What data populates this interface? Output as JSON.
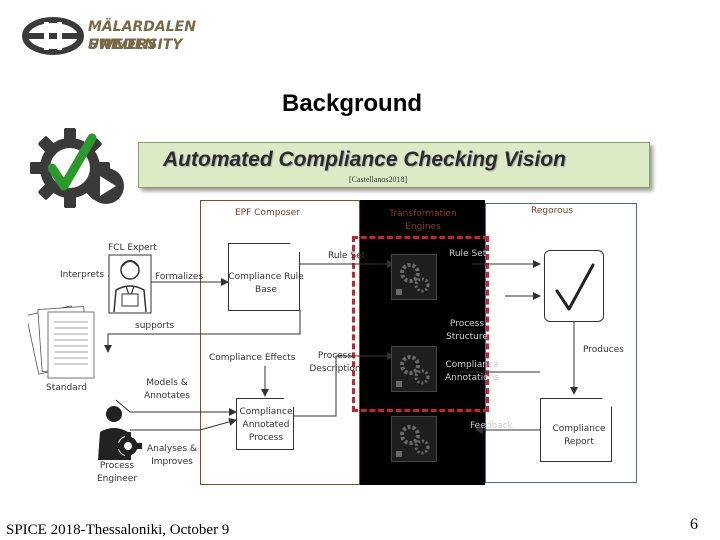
{
  "header": {
    "university_line1": "MÄLARDALEN UNIVERSITY",
    "university_line2": "SWEDEN"
  },
  "slide": {
    "title": "Background",
    "vision_title": "Automated Compliance Checking Vision",
    "citation": "[Castellanos2018]",
    "footer": "SPICE 2018-Thessaloniki, October 9",
    "page_number": "6"
  },
  "diagram": {
    "epf_composer": "EPF Composer",
    "transformation_engines": "Transformation Engines",
    "regorous": "Regorous",
    "fcl_expert": "FCL Expert",
    "interprets": "Interprets",
    "formalizes": "Formalizes",
    "compliance_rule_base": "Compliance Rule Base",
    "rule_set_left": "Rule Set",
    "rule_set_right": "Rule Set",
    "supports": "supports",
    "process_structure": "Process Structure",
    "compliance_effects": "Compliance Effects",
    "process_description": "Process Description",
    "compliance_annotations": "Compliance Annotations",
    "produces": "Produces",
    "standard": "Standard",
    "models_annotates": "Models & Annotates",
    "compliance_annotated_process": "Compliance Annotated Process",
    "feedback": "Feedback",
    "compliance_report": "Compliance Report",
    "analyses_improves": "Analyses & Improves",
    "process_engineer": "Process Engineer"
  },
  "colors": {
    "logo": "#7a6a45",
    "vision_box": "#dcebc6",
    "checkmark_green": "#2a9a2a",
    "dashed_border": "#d0202a",
    "panel_brown": "#8a4a2a",
    "panel_blue": "#4a6a8a"
  },
  "icons": [
    "university-logo-icon",
    "gear-checkmark-play-icon",
    "fcl-expert-person-icon",
    "standard-documents-icon",
    "process-engineer-gear-person-icon",
    "gear-icon",
    "checkmark-icon"
  ]
}
